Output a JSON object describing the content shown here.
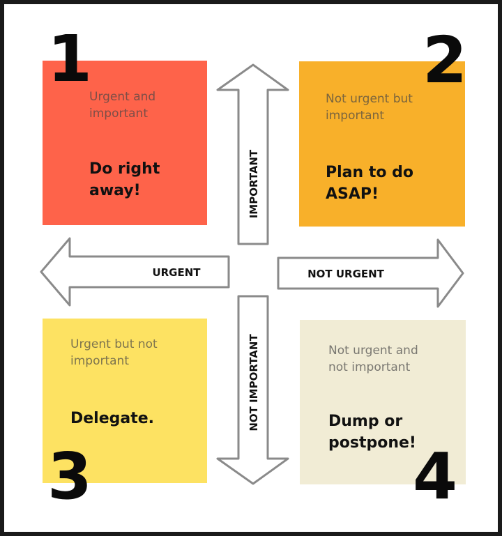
{
  "colors": {
    "q1": "#fe634a",
    "q2": "#f8b02a",
    "q3": "#fde262",
    "q4": "#f1ecd5",
    "arrow_fill": "#ffffff",
    "arrow_stroke": "#8a8a8a"
  },
  "axes": {
    "up": "IMPORTANT",
    "down": "NOT IMPORTANT",
    "left": "URGENT",
    "right": "NOT URGENT"
  },
  "quadrants": [
    {
      "number": "1",
      "subtitle": "Urgent and\nimportant",
      "action": "Do right\naway!"
    },
    {
      "number": "2",
      "subtitle": "Not urgent but\nimportant",
      "action": "Plan to do\nASAP!"
    },
    {
      "number": "3",
      "subtitle": "Urgent but not\nimportant",
      "action": "Delegate."
    },
    {
      "number": "4",
      "subtitle": "Not urgent and\nnot important",
      "action": "Dump or\npostpone!"
    }
  ]
}
